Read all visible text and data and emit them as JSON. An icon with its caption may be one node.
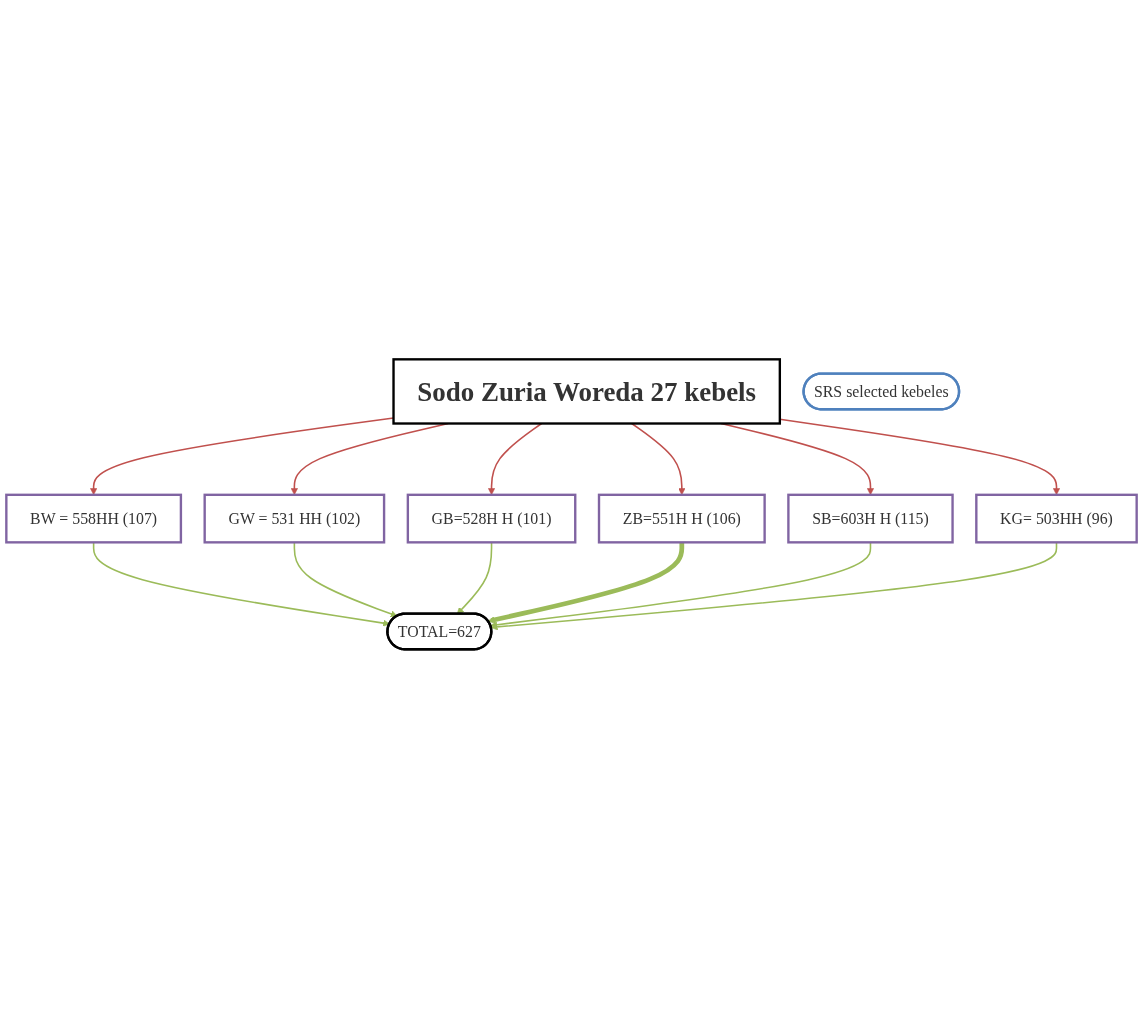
{
  "diagram": {
    "nodes": [
      {
        "text": [
          "Sodo Zuria Woreda 27 kebels"
        ]
      },
      {
        "text": [
          "SRS selected kebeles"
        ]
      },
      {
        "text": [
          "BW = 558HH (107)"
        ]
      },
      {
        "text": [
          "GW = 531 HH (102)"
        ]
      },
      {
        "text": [
          "GB=528H H (101)"
        ]
      },
      {
        "text": [
          "ZB=551H H (106)"
        ]
      },
      {
        "text": [
          "SB=603H H (115)"
        ]
      },
      {
        "text": [
          "KG= 503HH (96)"
        ]
      },
      {
        "text": [
          "TOTAL=627"
        ]
      }
    ],
    "edges": [
      {
        "from": 0,
        "to": 2,
        "arrow": "to",
        "color": "#c0504d"
      },
      {
        "from": 0,
        "to": 3,
        "arrow": "to",
        "color": "#c0504d"
      },
      {
        "from": 0,
        "to": 4,
        "arrow": "to",
        "color": "#c0504d"
      },
      {
        "from": 0,
        "to": 5,
        "arrow": "to",
        "color": "#c0504d"
      },
      {
        "from": 0,
        "to": 6,
        "arrow": "to",
        "color": "#c0504d"
      },
      {
        "from": 0,
        "to": 7,
        "arrow": "to",
        "color": "#c0504d"
      },
      {
        "from": 2,
        "to": 8,
        "arrow": "to",
        "color": "#9bbb59"
      },
      {
        "from": 3,
        "to": 8,
        "arrow": "to",
        "color": "#9bbb59"
      },
      {
        "from": 4,
        "to": 8,
        "arrow": "to",
        "color": "#9bbb59"
      },
      {
        "from": 5,
        "to": 8,
        "arrow": "to",
        "style": "thick",
        "color": "#9bbb59"
      },
      {
        "from": 6,
        "to": 8,
        "arrow": "to",
        "color": "#9bbb59"
      },
      {
        "from": 7,
        "to": 8,
        "arrow": "to",
        "color": "#9bbb59"
      }
    ]
  }
}
